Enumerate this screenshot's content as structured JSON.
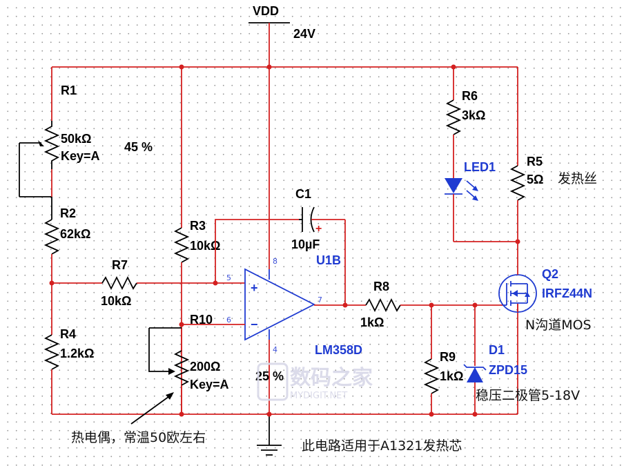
{
  "power": {
    "name": "VDD",
    "voltage": "24V"
  },
  "components": {
    "r1": {
      "ref": "R1",
      "value": "50kΩ",
      "key": "Key=A",
      "setting": "45 %"
    },
    "r2": {
      "ref": "R2",
      "value": "62kΩ"
    },
    "r3": {
      "ref": "R3",
      "value": "10kΩ"
    },
    "r4": {
      "ref": "R4",
      "value": "1.2kΩ"
    },
    "r5": {
      "ref": "R5",
      "value": "5Ω",
      "note": "发热丝"
    },
    "r6": {
      "ref": "R6",
      "value": "3kΩ"
    },
    "r7": {
      "ref": "R7",
      "value": "10kΩ"
    },
    "r8": {
      "ref": "R8",
      "value": "1kΩ"
    },
    "r9": {
      "ref": "R9",
      "value": "1kΩ"
    },
    "r10": {
      "ref": "R10",
      "value": "200Ω",
      "key": "Key=A",
      "setting": "25 %"
    },
    "c1": {
      "ref": "C1",
      "value": "10µF",
      "polarity": "+"
    },
    "led1": {
      "ref": "LED1"
    },
    "u1": {
      "ref": "U1B",
      "part": "LM358D",
      "plus": "+",
      "minus": "−",
      "pins": {
        "p5": "5",
        "p6": "6",
        "p7": "7",
        "p8": "8",
        "p4": "4"
      }
    },
    "q2": {
      "ref": "Q2",
      "part": "IRFZ44N",
      "note": "N沟道MOS"
    },
    "d1": {
      "ref": "D1",
      "part": "ZPD15",
      "note": "稳压二极管5-18V"
    }
  },
  "notes": {
    "thermocouple": "热电偶，常温50欧左右",
    "application": "此电路适用于A1321发热芯"
  },
  "watermark": {
    "main": "数码之家",
    "sub": "MYDIGIT.NET"
  }
}
